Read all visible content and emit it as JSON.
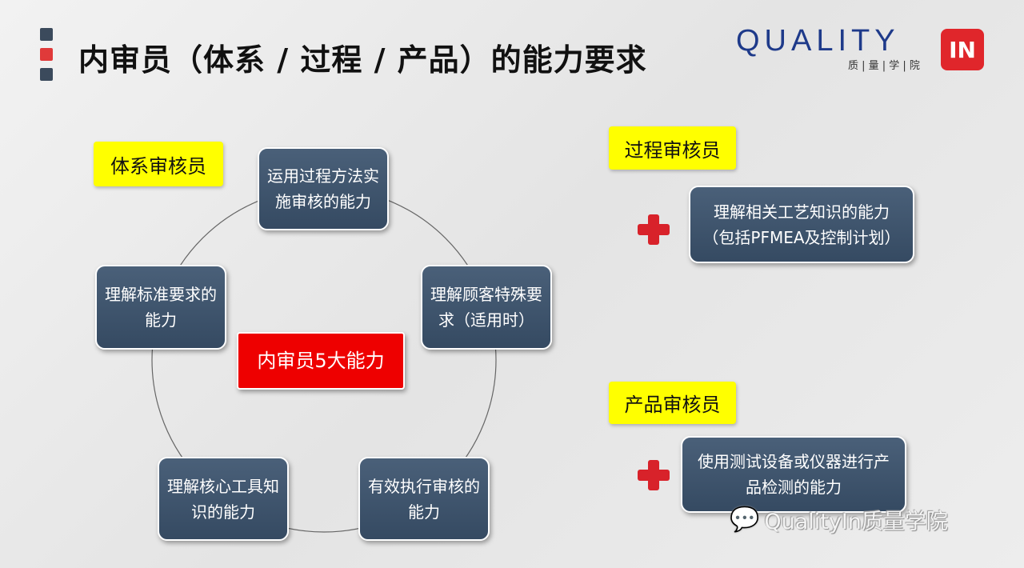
{
  "title": "内审员（体系 / 过程 / 产品）的能力要求",
  "logo": {
    "text": "QUALITY",
    "badge": "IN",
    "sub": "质 | 量 | 学 | 院"
  },
  "colors": {
    "box": "#3f556e",
    "center": "#ee0000",
    "label": "#ffff00",
    "plus": "#d8222a"
  },
  "system": {
    "label": "体系审核员",
    "center": "内审员5大能力",
    "abilities": [
      "运用过程方法实施审核的能力",
      "理解顾客特殊要求（适用时）",
      "有效执行审核的能力",
      "理解核心工具知识的能力",
      "理解标准要求的能力"
    ]
  },
  "process": {
    "label": "过程审核员",
    "ability": "理解相关工艺知识的能力（包括PFMEA及控制计划）"
  },
  "product": {
    "label": "产品审核员",
    "ability": "使用测试设备或仪器进行产品检测的能力"
  },
  "watermark": "QualityIn质量学院"
}
